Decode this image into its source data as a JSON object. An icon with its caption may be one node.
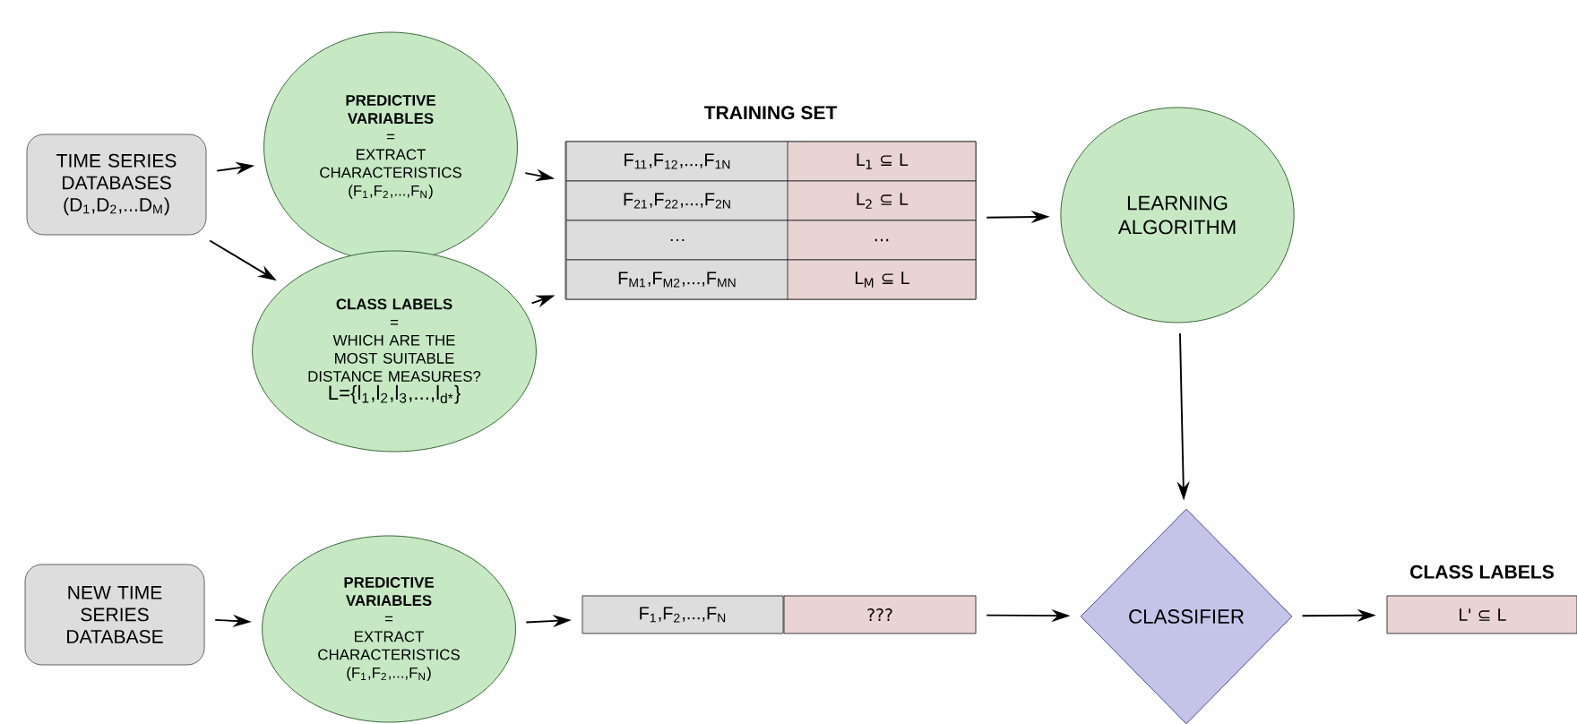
{
  "diagram": {
    "nodes": [
      {
        "text": [
          "TIME SERIES DATABASES (D$_{1}$,D$_{2}$,...D$_{M}$)"
        ]
      },
      {
        "text": [
          "PREDICTIVE VARIABLES",
          "=",
          "EXTRACT CHARACTERISTICS (F$_{1}$,F$_{2}$,...,F$_{N}$)"
        ]
      },
      {
        "text": [
          "CLASS LABELS",
          "=",
          "WHICH ARE THE MOST SUITABLE DISTANCE MEASURES?",
          "L={l$_{1}$,l$_{2}$,l$_{3}$,...,l$_{d*}$}"
        ]
      },
      {
        "text": [
          "TRAINING SET"
        ]
      },
      {
        "text": [
          "F$_{11}$,F$_{12}$,...,F$_{1N}$"
        ],
        "in": 3
      },
      {
        "text": [
          "L$_{1}$ ⊆ L"
        ],
        "in": 3
      },
      {
        "text": [
          "F$_{21}$,F$_{22}$,...,F$_{2N}$"
        ],
        "in": 3
      },
      {
        "text": [
          "L$_{2}$ ⊆ L"
        ],
        "in": 3
      },
      {
        "text": [
          "…"
        ],
        "in": 3
      },
      {
        "text": [
          "…"
        ],
        "in": 3
      },
      {
        "text": [
          "F$_{M1}$,F$_{M2}$,...,F$_{MN}$"
        ],
        "in": 3
      },
      {
        "text": [
          "L$_{M}$ ⊆ L"
        ],
        "in": 3
      },
      {
        "text": [
          "LEARNING ALGORITHM"
        ]
      },
      {
        "text": [
          "NEW TIME SERIES DATABASE"
        ]
      },
      {
        "text": [
          "PREDICTIVE VARIABLES",
          "=",
          "EXTRACT CHARACTERISTICS (F$_{1}$,F$_{2}$,...,F$_{N}$)"
        ]
      },
      {
        "text": [
          "F$_{1}$,F$_{2}$,...,F$_{N}$"
        ]
      },
      {
        "text": [
          "???"
        ]
      },
      {
        "text": [
          "CLASSIFIER"
        ]
      },
      {
        "text": [
          "CLASS LABELS",
          "L' ⊆ L"
        ]
      }
    ],
    "edges": [
      {
        "from": 0,
        "to": 1,
        "arrow": "to"
      },
      {
        "from": 0,
        "to": 2,
        "arrow": "to"
      },
      {
        "from": 1,
        "to": 3,
        "arrow": "to"
      },
      {
        "from": 2,
        "to": 3,
        "arrow": "to"
      },
      {
        "from": 3,
        "to": 12,
        "arrow": "to"
      },
      {
        "from": 12,
        "to": 17,
        "arrow": "to"
      },
      {
        "from": 13,
        "to": 14,
        "arrow": "to"
      },
      {
        "from": 14,
        "to": 15,
        "arrow": "to"
      },
      {
        "from": 16,
        "to": 17,
        "arrow": "to"
      },
      {
        "from": 17,
        "to": 18,
        "arrow": "to"
      }
    ]
  }
}
